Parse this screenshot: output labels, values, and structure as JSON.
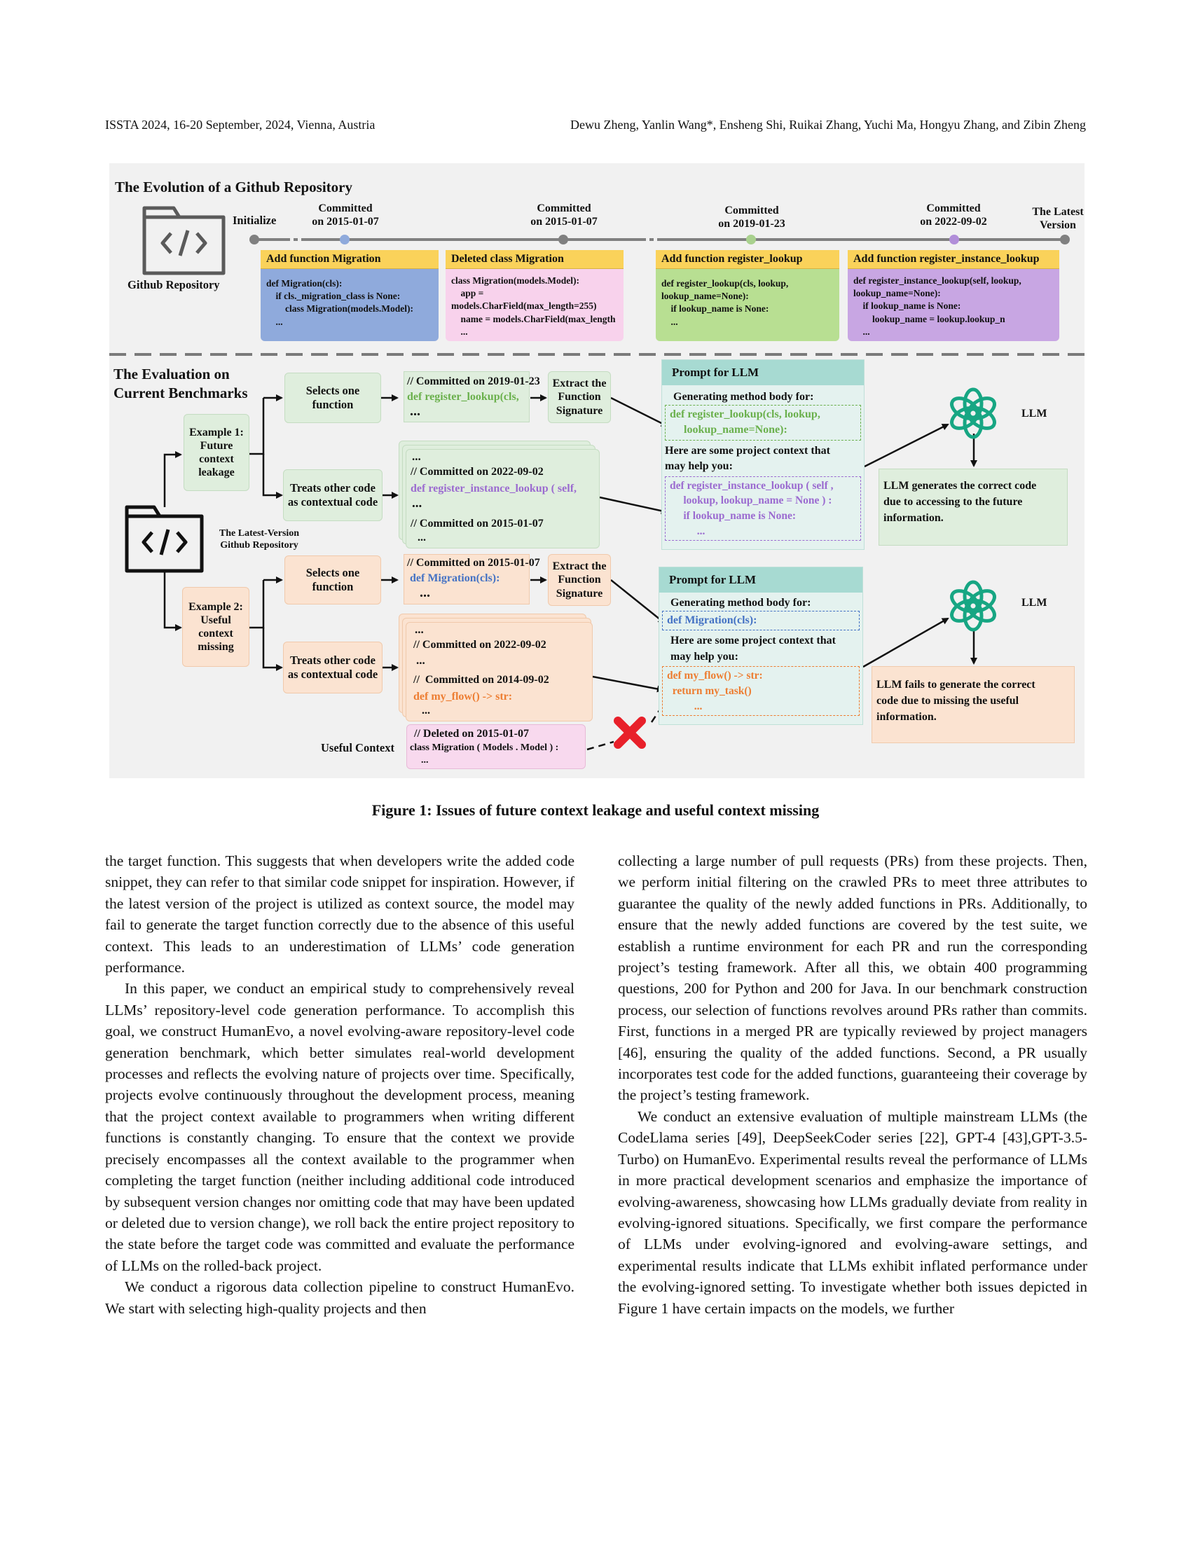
{
  "header": {
    "venue": "ISSTA 2024, 16-20 September, 2024, Vienna, Austria",
    "authors": "Dewu Zheng, Yanlin Wang*, Ensheng Shi, Ruikai Zhang, Yuchi Ma, Hongyu Zhang, and Zibin Zheng"
  },
  "figure": {
    "section1": {
      "title": "The Evolution of a Github Repository",
      "repo_label": "Github Repository",
      "initialize": "Initialize",
      "commits": [
        {
          "label": "Committed\non 2015-01-07",
          "color": "#8faadc"
        },
        {
          "label": "Committed\non 2015-01-07",
          "color": "#808080"
        },
        {
          "label": "Committed\non 2019-01-23",
          "color": "#a9d18e"
        },
        {
          "label": "Committed\non 2022-09-02",
          "color": "#b18ed9"
        }
      ],
      "latest": "The Latest\nVersion",
      "cards": [
        {
          "title": "Add function Migration",
          "body": "def Migration(cls):\n    if cls._migration_class is None:\n        class Migration(models.Model):\n    ...",
          "color": "#8faadc"
        },
        {
          "title": "Deleted class Migration",
          "body": "class Migration(models.Model):\n    app =\nmodels.CharField(max_length=255)\n    name = models.CharField(max_length\n    ...",
          "color": "#f8d2ec"
        },
        {
          "title": "Add function register_lookup",
          "body": "def register_lookup(cls, lookup,\nlookup_name=None):\n    if lookup_name is None:\n    ...",
          "color": "#b8df92"
        },
        {
          "title": "Add function register_instance_lookup",
          "body": "def register_instance_lookup(self, lookup,\nlookup_name=None):\n    if lookup_name is None:\n        lookup_name = lookup.lookup_n\n    ...",
          "color": "#c8a6e3"
        }
      ]
    },
    "section2": {
      "title": "The Evaluation on\nCurrent Benchmarks",
      "repo_label": "The Latest-Version\nGithub Repository",
      "example1": {
        "label": "Example 1:\nFuture\ncontext\nleakage",
        "selects": "Selects one\nfunction",
        "treats": "Treats other code\nas contextual code",
        "target_commit": "// Committed on 2019-01-23",
        "target_code": "def register_lookup(cls,",
        "target_dots": "...",
        "extract": "Extract the\nFunction\nSignature",
        "ctx_dots1": "...",
        "ctx_commit1": "// Committed on 2022-09-02",
        "ctx_code1": "def register_instance_lookup ( self,",
        "ctx_dots2": "...",
        "ctx_commit2": "// Committed on 2015-01-07",
        "ctx_dots3": "...",
        "prompt_title": "Prompt for LLM",
        "prompt_gen": "Generating method body for:",
        "prompt_sig": "def register_lookup(cls, lookup,\n     lookup_name=None):",
        "prompt_help": "Here are some project context that\nmay help you:",
        "prompt_ctx": "def register_instance_lookup ( self ,\n     lookup, lookup_name = None ) :\n     if lookup_name is None:\n          ...",
        "llm": "LLM",
        "result": "LLM generates the correct code\ndue to accessing to the future\ninformation."
      },
      "example2": {
        "label": "Example 2:\nUseful\ncontext\nmissing",
        "selects": "Selects one\nfunction",
        "treats": "Treats other code\nas contextual code",
        "target_commit": "// Committed on 2015-01-07",
        "target_code": "def Migration(cls):",
        "target_dots": "...",
        "extract": "Extract the\nFunction\nSignature",
        "ctx_dots1": "...",
        "ctx_commit1": "// Committed on 2022-09-02",
        "ctx_dots2": "...",
        "ctx_commit2": "//  Committed on 2014-09-02",
        "ctx_code2": "def my_flow() -> str:",
        "ctx_dots3": "...",
        "useful_label": "Useful Context",
        "deleted_commit": "// Deleted on 2015-01-07",
        "deleted_code": "class Migration ( Models . Model ) :",
        "deleted_dots": "...",
        "prompt_title": "Prompt for LLM",
        "prompt_gen": "Generating method body for:",
        "prompt_sig": "def Migration(cls):",
        "prompt_help": "Here are some project context that\nmay help you:",
        "prompt_ctx": "def my_flow() -> str:\n  return my_task()\n          ...",
        "llm": "LLM",
        "result": "LLM fails to generate the correct\ncode due to missing the useful\ninformation."
      }
    },
    "caption": "Figure 1: Issues of future context leakage and useful context missing"
  },
  "body": {
    "left": [
      "the target function. This suggests that when developers write the added code snippet, they can refer to that similar code snippet for inspiration. However, if the latest version of the project is utilized as context source, the model may fail to generate the target function correctly due to the absence of this useful context. This leads to an underestimation of LLMs’ code generation performance.",
      "In this paper, we conduct an empirical study to comprehensively reveal LLMs’ repository-level code generation performance. To accomplish this goal, we construct HumanEvo, a novel evolving-aware repository-level code generation benchmark, which better simulates real-world development processes and reflects the evolving nature of projects over time. Specifically, projects evolve continuously throughout the development process, meaning that the project context available to programmers when writing different functions is constantly changing. To ensure that the context we provide precisely encompasses all the context available to the programmer when completing the target function (neither including additional code introduced by subsequent version changes nor omitting code that may have been updated or deleted due to version change), we roll back the entire project repository to the state before the target code was committed and evaluate the performance of LLMs on the rolled-back project.",
      "We conduct a rigorous data collection pipeline to construct HumanEvo. We start with selecting high-quality projects and then"
    ],
    "right": [
      "collecting a large number of pull requests (PRs) from these projects. Then, we perform initial filtering on the crawled PRs to meet three attributes to guarantee the quality of the newly added functions in PRs. Additionally, to ensure that the newly added functions are covered by the test suite, we establish a runtime environment for each PR and run the corresponding project’s testing framework. After all this, we obtain 400 programming questions, 200 for Python and 200 for Java. In our benchmark construction process, our selection of functions revolves around PRs rather than commits. First, functions in a merged PR are typically reviewed by project managers [46], ensuring the quality of the added functions. Second, a PR usually incorporates test code for the added functions, guaranteeing their coverage by the project’s testing framework.",
      "We conduct an extensive evaluation of multiple mainstream LLMs (the CodeLlama series [49], DeepSeekCoder series [22], GPT-4 [43],GPT-3.5-Turbo) on HumanEvo. Experimental results reveal the performance of LLMs in more practical development scenarios and emphasize the importance of evolving-awareness, showcasing how LLMs gradually deviate from reality in evolving-ignored situations. Specifically, we first compare the performance of LLMs under evolving-ignored and evolving-aware settings, and experimental results indicate that LLMs exhibit inflated performance under the evolving-ignored setting. To investigate whether both issues depicted in Figure 1 have certain impacts on the models, we further"
    ]
  }
}
